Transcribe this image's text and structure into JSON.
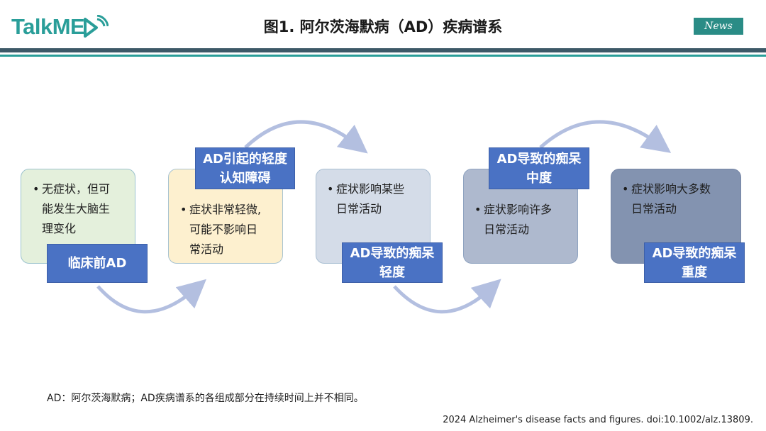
{
  "logo": {
    "text": "TalkME"
  },
  "header": {
    "title": "图1. 阿尔茨海默病（AD）疾病谱系",
    "badge": "News"
  },
  "colors": {
    "teal": "#2a9e99",
    "navy_rule": "#3d5968",
    "tag_blue": "#4a72c4",
    "arrow": "#b3bfe0"
  },
  "stages": [
    {
      "lines": [
        "无症状，但可",
        "能发生大脑生",
        "理变化"
      ],
      "tag": [
        "临床前AD"
      ],
      "fill": "#e4f0dc",
      "border": "#9cc3ce"
    },
    {
      "lines": [
        "症状非常轻微,",
        "可能不影响日",
        "常活动"
      ],
      "tag": [
        "AD引起的轻度",
        "认知障碍"
      ],
      "fill": "#fdf0cf",
      "border": "#a8c3d0"
    },
    {
      "lines": [
        "症状影响某些",
        "日常活动"
      ],
      "tag": [
        "AD导致的痴呆",
        "轻度"
      ],
      "fill": "#d4dce8",
      "border": "#a9bfd2"
    },
    {
      "lines": [
        "症状影响许多",
        "日常活动"
      ],
      "tag": [
        "AD导致的痴呆",
        "中度"
      ],
      "fill": "#aeb9ce",
      "border": "#8fa3c0"
    },
    {
      "lines": [
        "症状影响大多数",
        "日常活动"
      ],
      "tag": [
        "AD导致的痴呆",
        "重度"
      ],
      "fill": "#8393b0",
      "border": "#7686a6"
    }
  ],
  "footer": {
    "note": "AD：阿尔茨海默病；AD疾病谱系的各组成部分在持续时间上并不相同。",
    "reference": "2024 Alzheimer's disease facts and figures. doi:10.1002/alz.13809."
  }
}
